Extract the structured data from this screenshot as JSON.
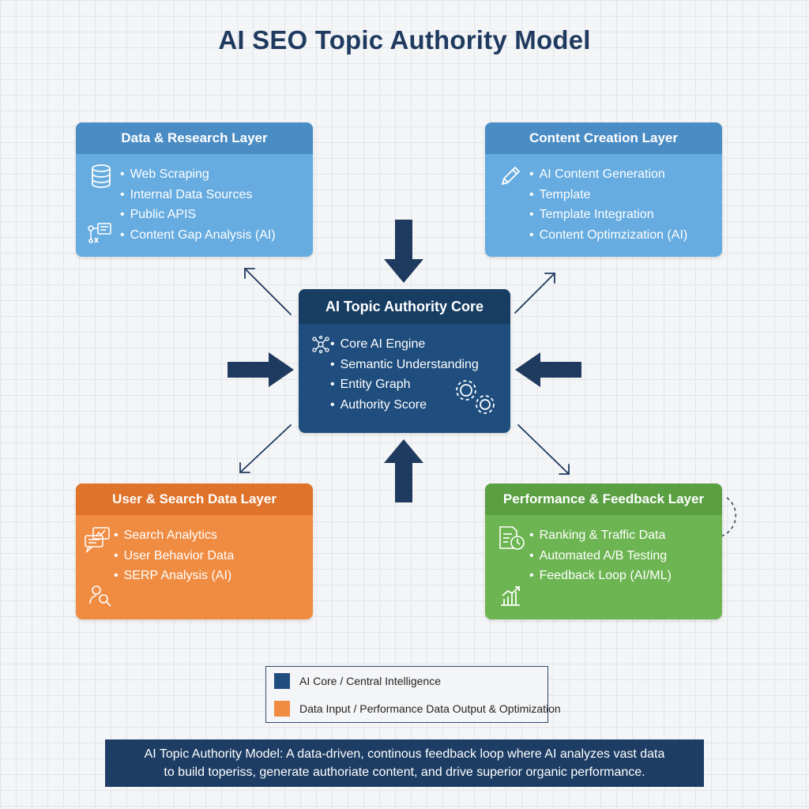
{
  "title": "AI SEO Topic Authority Model",
  "colors": {
    "core": "#1f4e7e",
    "blue_layer": "#66ace0",
    "orange_layer": "#ef8c42",
    "green_layer": "#6db552",
    "arrow": "#1f3a5f"
  },
  "layers": {
    "data_research": {
      "title": "Data & Research Layer",
      "icons": [
        "database-icon",
        "flowchart-icon"
      ],
      "items": [
        "Web Scraping",
        "Internal Data Sources",
        "Public APIS",
        "Content Gap Analysis (AI)"
      ]
    },
    "content_creation": {
      "title": "Content Creation Layer",
      "icons": [
        "pencil-icon"
      ],
      "items": [
        "AI Content Generation",
        "Template",
        "Template Integration",
        "Content Optimzization (AI)"
      ]
    },
    "core": {
      "title": "AI Topic Authority Core",
      "icons": [
        "neural-network-icon",
        "gears-icon"
      ],
      "items": [
        "Core AI Engine",
        "Semantic Understanding",
        "Entity Graph",
        "Authority Score"
      ]
    },
    "user_search": {
      "title": "User & Search Data Layer",
      "icons": [
        "chat-analytics-icon",
        "user-search-icon"
      ],
      "items": [
        "Search Analytics",
        "User Behavior Data",
        "SERP Analysis (AI)"
      ]
    },
    "performance": {
      "title": "Performance & Feedback Layer",
      "icons": [
        "report-clock-icon",
        "growth-chart-icon"
      ],
      "items": [
        "Ranking & Traffic Data",
        "Automated A/B Testing",
        "Feedback Loop (AI/ML)"
      ]
    }
  },
  "legend": [
    {
      "label": "AI Core / Central Intelligence",
      "color": "#1f4e7e"
    },
    {
      "label": "Data Input / Performance Data Output & Optimization",
      "color": "#ef8c42"
    }
  ],
  "caption": {
    "line1": "AI Topic Authority Model: A data-driven, continous feedback loop where AI analyzes vast data",
    "line2": "to build toperiss, generate authoriate content, and drive superior organic performance."
  }
}
